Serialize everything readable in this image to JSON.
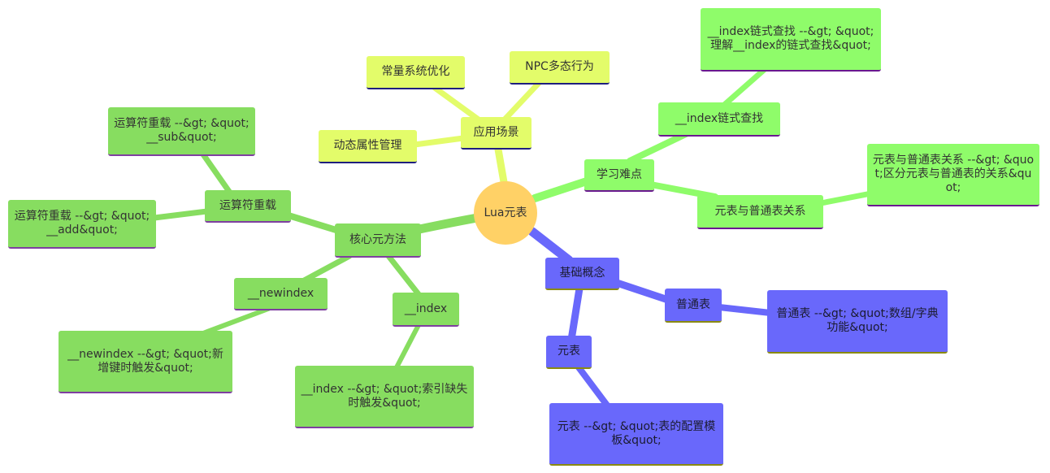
{
  "root": "Lua元表",
  "branches": {
    "core": {
      "label": "核心元方法",
      "operator": {
        "label": "运算符重载",
        "sub": "运算符重载 --&gt; &quot;__sub&quot;",
        "add": "运算符重载 --&gt; &quot;__add&quot;"
      },
      "newindex": {
        "label": "__newindex",
        "desc": "__newindex --&gt; &quot;新增键时触发&quot;"
      },
      "index": {
        "label": "__index",
        "desc": "__index --&gt; &quot;索引缺失时触发&quot;"
      }
    },
    "scenarios": {
      "label": "应用场景",
      "const_opt": "常量系统优化",
      "npc": "NPC多态行为",
      "dynamic": "动态属性管理"
    },
    "difficulties": {
      "label": "学习难点",
      "chain": {
        "label": "__index链式查找",
        "desc": "__index链式查找 --&gt; &quot;理解__index的链式查找&quot;"
      },
      "relation": {
        "label": "元表与普通表关系",
        "desc": "元表与普通表关系 --&gt; &quot;区分元表与普通表的关系&quot;"
      }
    },
    "basics": {
      "label": "基础概念",
      "normal": {
        "label": "普通表",
        "desc": "普通表 --&gt; &quot;数组/字典功能&quot;"
      },
      "meta": {
        "label": "元表",
        "desc": "元表 --&gt; &quot;表的配置模板&quot;"
      }
    }
  },
  "colors": {
    "core": "#87dd60",
    "scenarios": "#e3fc6a",
    "difficulties": "#8ffc6a",
    "basics": "#6968fb",
    "root": "#ffd166"
  }
}
